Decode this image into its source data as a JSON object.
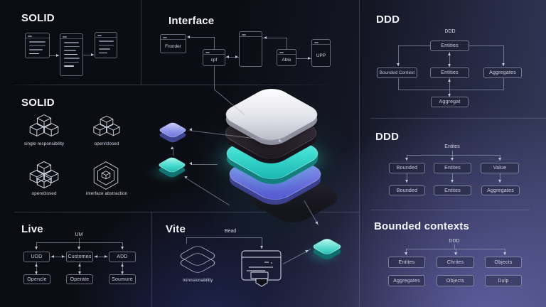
{
  "sections": {
    "solid_cards": {
      "title": "SOLID"
    },
    "interface": {
      "title": "Interface",
      "nodes": {
        "fronder": "Fronder",
        "cpf": "cpf",
        "able": "Able",
        "upp": "UPP"
      }
    },
    "ddd_top": {
      "title": "DDD",
      "root_label": "DDD",
      "entities_top": "Entities",
      "bounded_context": "Bounded Context",
      "entities_mid": "Entities",
      "aggregates": "Aggregates",
      "aggregat": "Aggregat"
    },
    "solid_icons": {
      "title": "SOLID",
      "items": [
        {
          "icon": "cubes-stack-icon",
          "label": "single responsibility"
        },
        {
          "icon": "cubes-stack-icon",
          "label": "open/closed"
        },
        {
          "icon": "cubes-stack4-icon",
          "label": "open/closed"
        },
        {
          "icon": "hexagon-cube-icon",
          "label": "interface abstraction"
        }
      ]
    },
    "ddd_mid": {
      "title": "DDD",
      "root_label": "Entites",
      "row1": [
        "Bounded",
        "Entites",
        "Value"
      ],
      "row2": [
        "Bounded",
        "Entites",
        "Aggregates"
      ]
    },
    "live": {
      "title": "Live",
      "root_label": "UM",
      "row1": [
        "UDD",
        "Customes",
        "ADD"
      ],
      "row2": [
        "Opencle",
        "Operate",
        "Soumure"
      ]
    },
    "vite": {
      "title": "Vite",
      "arrow_label": "Bead",
      "icon_label": "minnsionability"
    },
    "bounded_contexts": {
      "title": "Bounded contexts",
      "root_label": "DDD",
      "row1": [
        "Entites",
        "Chrites",
        "Objects"
      ],
      "row2": [
        "Aggregates",
        "Objects",
        "Dulp"
      ]
    }
  },
  "stack": {
    "layers": [
      {
        "name": "white-layer",
        "color": "#e9e9f0"
      },
      {
        "name": "dark-layer",
        "color": "#332d37"
      },
      {
        "name": "teal-layer",
        "color": "#3ed8cd"
      },
      {
        "name": "purple-layer",
        "color": "#7479e0"
      },
      {
        "name": "shadow-layer",
        "color": "#1a1a24"
      }
    ],
    "cubes": [
      {
        "name": "purple-cube",
        "color": "#9ba1ec"
      },
      {
        "name": "teal-cube",
        "color": "#4fd9cd"
      },
      {
        "name": "teal-cube-small",
        "color": "#63dfd2"
      }
    ]
  },
  "colors": {
    "background": "#0c0d14",
    "panel_right": "#2b2e49",
    "accent_teal": "#3ed8cd",
    "accent_purple": "#767ce2",
    "line": "#aab0c8",
    "text": "#e8eaf2"
  }
}
